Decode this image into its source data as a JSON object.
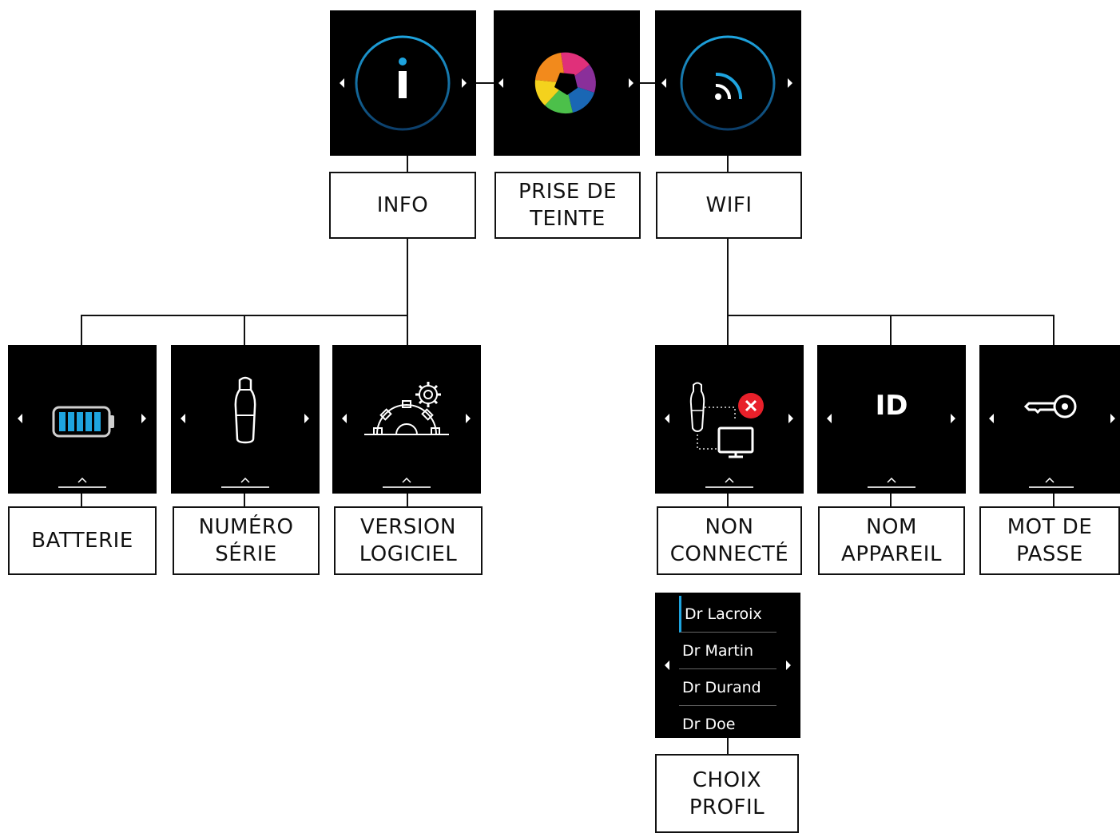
{
  "diagram": {
    "top_level": [
      {
        "id": "info",
        "label": "INFO",
        "icon": "info-icon"
      },
      {
        "id": "shade",
        "label": "PRISE DE\nTEINTE",
        "icon": "shade-aperture-icon"
      },
      {
        "id": "wifi",
        "label": "WIFI",
        "icon": "wifi-icon"
      }
    ],
    "info_children": [
      {
        "id": "battery",
        "label": "BATTERIE",
        "icon": "battery-icon"
      },
      {
        "id": "serial",
        "label": "NUMÉRO\nSÉRIE",
        "icon": "device-icon"
      },
      {
        "id": "software",
        "label": "VERSION\nLOGICIEL",
        "icon": "gears-icon"
      }
    ],
    "wifi_children": [
      {
        "id": "not-connected",
        "label": "NON\nCONNECTÉ",
        "icon": "disconnected-icon"
      },
      {
        "id": "device-name",
        "label": "NOM\nAPPAREIL",
        "icon": "id-icon",
        "icon_text": "ID"
      },
      {
        "id": "password",
        "label": "MOT DE\nPASSE",
        "icon": "key-icon"
      }
    ],
    "profile": {
      "label": "CHOIX\nPROFIL",
      "items": [
        "Dr Lacroix",
        "Dr Martin",
        "Dr Durand",
        "Dr Doe"
      ],
      "selected_index": 0
    }
  },
  "colors": {
    "accent_blue": "#1ea4df",
    "error_red": "#e8202a",
    "screen_bg": "#000000"
  }
}
